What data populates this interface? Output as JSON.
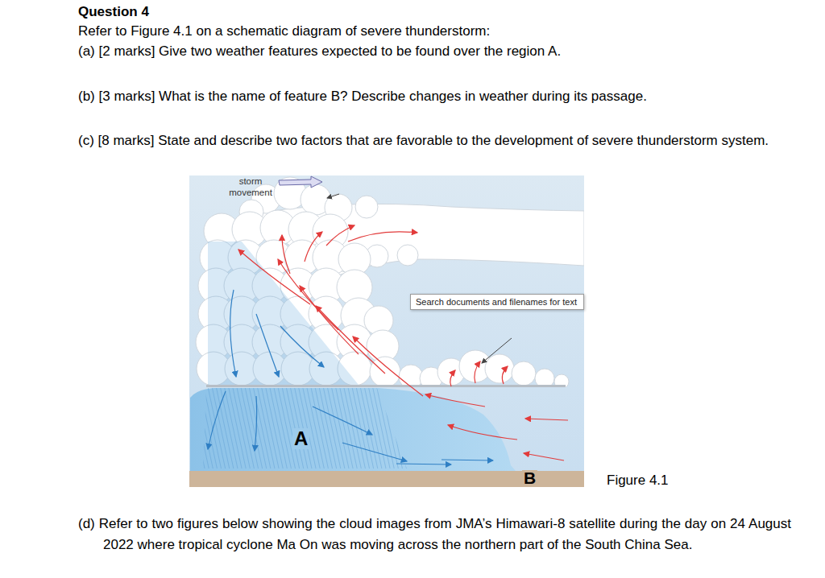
{
  "diagram": {
    "title": "Question 4",
    "nodes": [
      {
        "text": [
          "Search documents and filenames for text"
        ]
      }
    ],
    "labels": [
      "Refer to Figure 4.1 on a schematic diagram of severe thunderstorm:",
      "(a) [2 marks] Give two weather features expected to be found over the region A.",
      "(b) [3 marks] What is the name of feature B? Describe changes in weather during its passage.",
      "(c) [8 marks] State and describe two factors that are favorable to the development of severe thunderstorm system.",
      "storm movement",
      "A",
      "B",
      "Figure 4.1",
      "(d) Refer to two figures below showing the cloud images from JMA’s Himawari-8 satellite during the day on 24 August 2022 where tropical cyclone Ma On was moving across the northern part of the South China Sea."
    ]
  }
}
